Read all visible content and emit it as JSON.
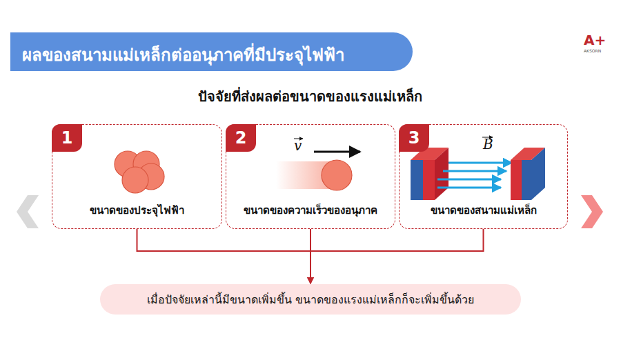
{
  "diagram": {
    "title": "ผลของสนามแม่เหล็กต่ออนุภาคที่มีประจุไฟฟ้า",
    "nodes": [
      {
        "text": [
          "ขนาดของประจุไฟฟ้า"
        ]
      },
      {
        "text": [
          "1"
        ],
        "in": 0
      },
      {
        "text": [
          "ขนาดของความเร็วของอนุภาค"
        ]
      },
      {
        "text": [
          "2"
        ],
        "in": 2
      },
      {
        "text": [
          "ขนาดของสนามแม่เหล็ก"
        ]
      },
      {
        "text": [
          "3"
        ],
        "in": 4
      },
      {
        "text": [
          "เมื่อปัจจัยเหล่านี้มีขนาดเพิ่มขึ้น ขนาดของแรงแม่เหล็กก็จะเพิ่มขึ้นด้วย"
        ]
      }
    ],
    "edges": [
      {
        "from": 0,
        "to": 6,
        "arrow": "to"
      },
      {
        "from": 2,
        "to": 6,
        "arrow": "to"
      },
      {
        "from": 4,
        "to": 6,
        "arrow": "to"
      }
    ],
    "labels": [
      "ปัจจัยที่ส่งผลต่อขนาดของแรงแม่เหล็ก",
      "v",
      "B",
      "A+",
      "AKSORN"
    ]
  }
}
